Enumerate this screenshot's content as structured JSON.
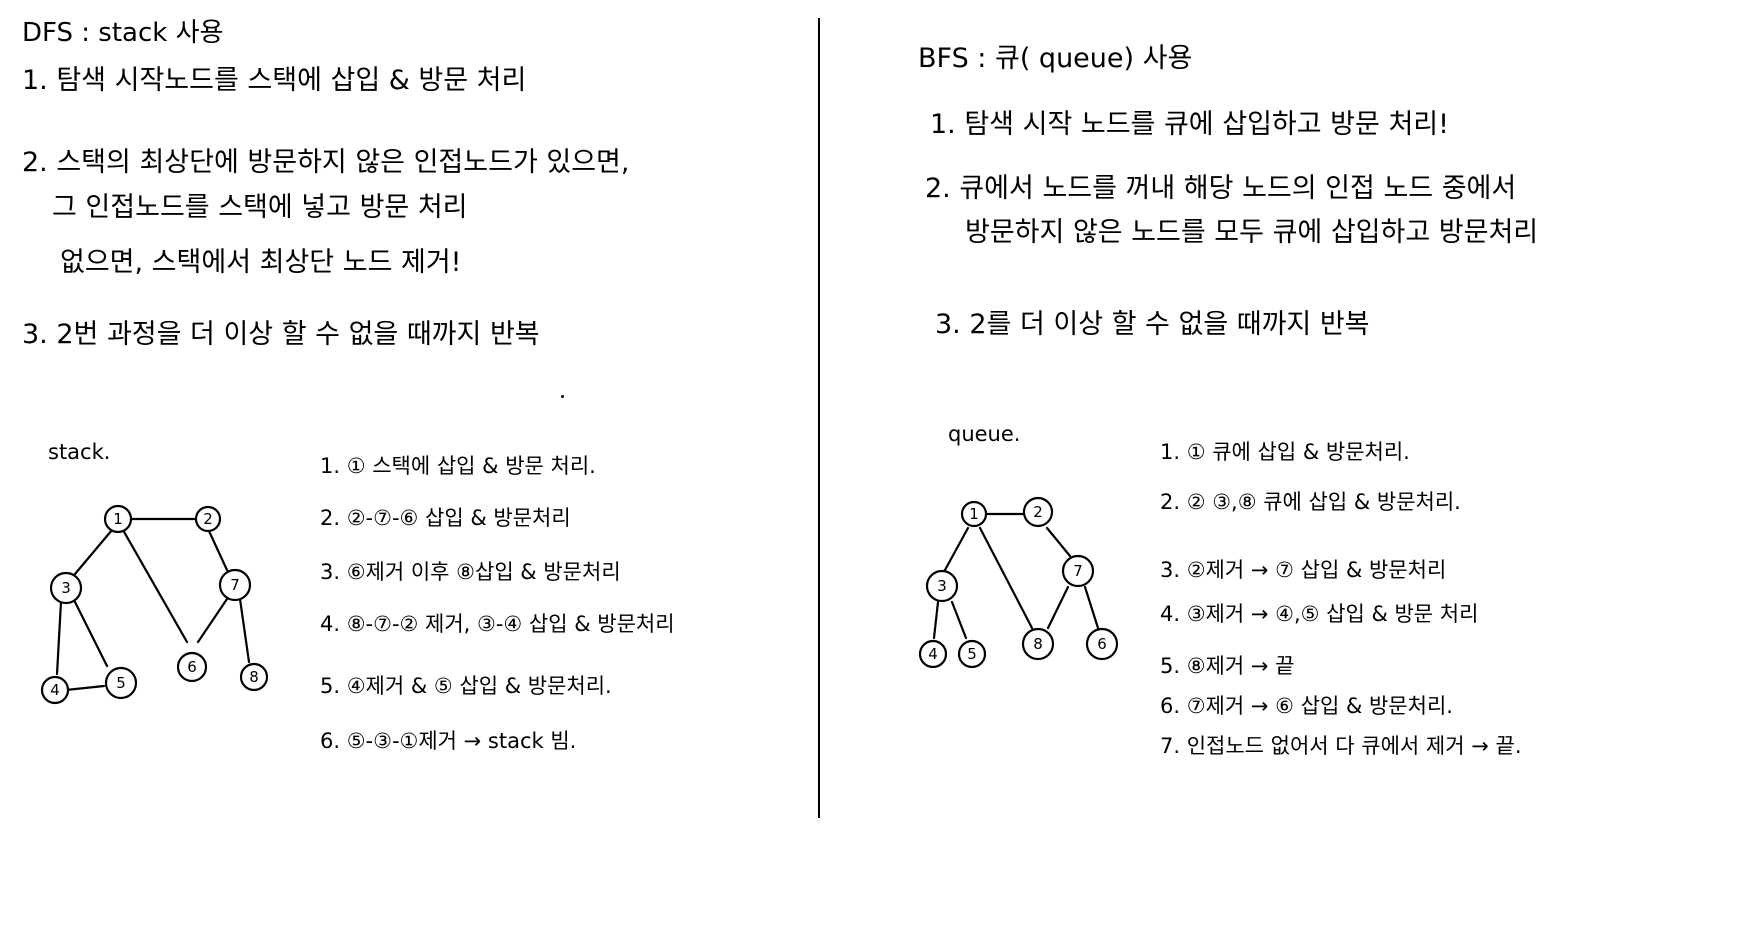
{
  "dfs": {
    "title": "DFS : stack 사용",
    "steps": [
      "1. 탐색 시작노드를 스택에 삽입 & 방문 처리",
      "2. 스택의 최상단에 방문하지 않은 인접노드가 있으면,",
      "그 인접노드를 스택에 넣고 방문 처리",
      "없으면, 스택에서 최상단 노드 제거!",
      "3. 2번 과정을 더 이상 할 수 없을 때까지 반복"
    ],
    "diagram_label": "stack.",
    "nodes": [
      "1",
      "2",
      "3",
      "7",
      "4",
      "5",
      "6",
      "8"
    ],
    "list": [
      "1. ① 스택에 삽입 & 방문 처리.",
      "2. ②-⑦-⑥ 삽입 & 방문처리",
      "3. ⑥제거 이후 ⑧삽입 & 방문처리",
      "4. ⑧-⑦-② 제거, ③-④ 삽입 & 방문처리",
      "5. ④제거 & ⑤ 삽입 & 방문처리.",
      "6. ⑤-③-①제거 → stack 빔."
    ]
  },
  "bfs": {
    "title": "BFS : 큐( queue) 사용",
    "steps": [
      "1. 탐색 시작 노드를 큐에 삽입하고 방문 처리!",
      "2. 큐에서 노드를 꺼내 해당 노드의 인접 노드 중에서",
      "방문하지 않은 노드를 모두 큐에 삽입하고 방문처리",
      "3. 2를 더 이상 할 수 없을 때까지 반복"
    ],
    "diagram_label": "queue.",
    "nodes": [
      "1",
      "2",
      "3",
      "7",
      "4",
      "5",
      "8",
      "6"
    ],
    "list": [
      "1. ① 큐에 삽입 & 방문처리.",
      "2. ② ③,⑧ 큐에 삽입 & 방문처리.",
      "3. ②제거 → ⑦ 삽입 & 방문처리",
      "4. ③제거 → ④,⑤ 삽입 & 방문 처리",
      "5. ⑧제거 → 끝",
      "6. ⑦제거 → ⑥ 삽입 & 방문처리.",
      "7. 인접노드 없어서 다 큐에서 제거 → 끝."
    ]
  }
}
